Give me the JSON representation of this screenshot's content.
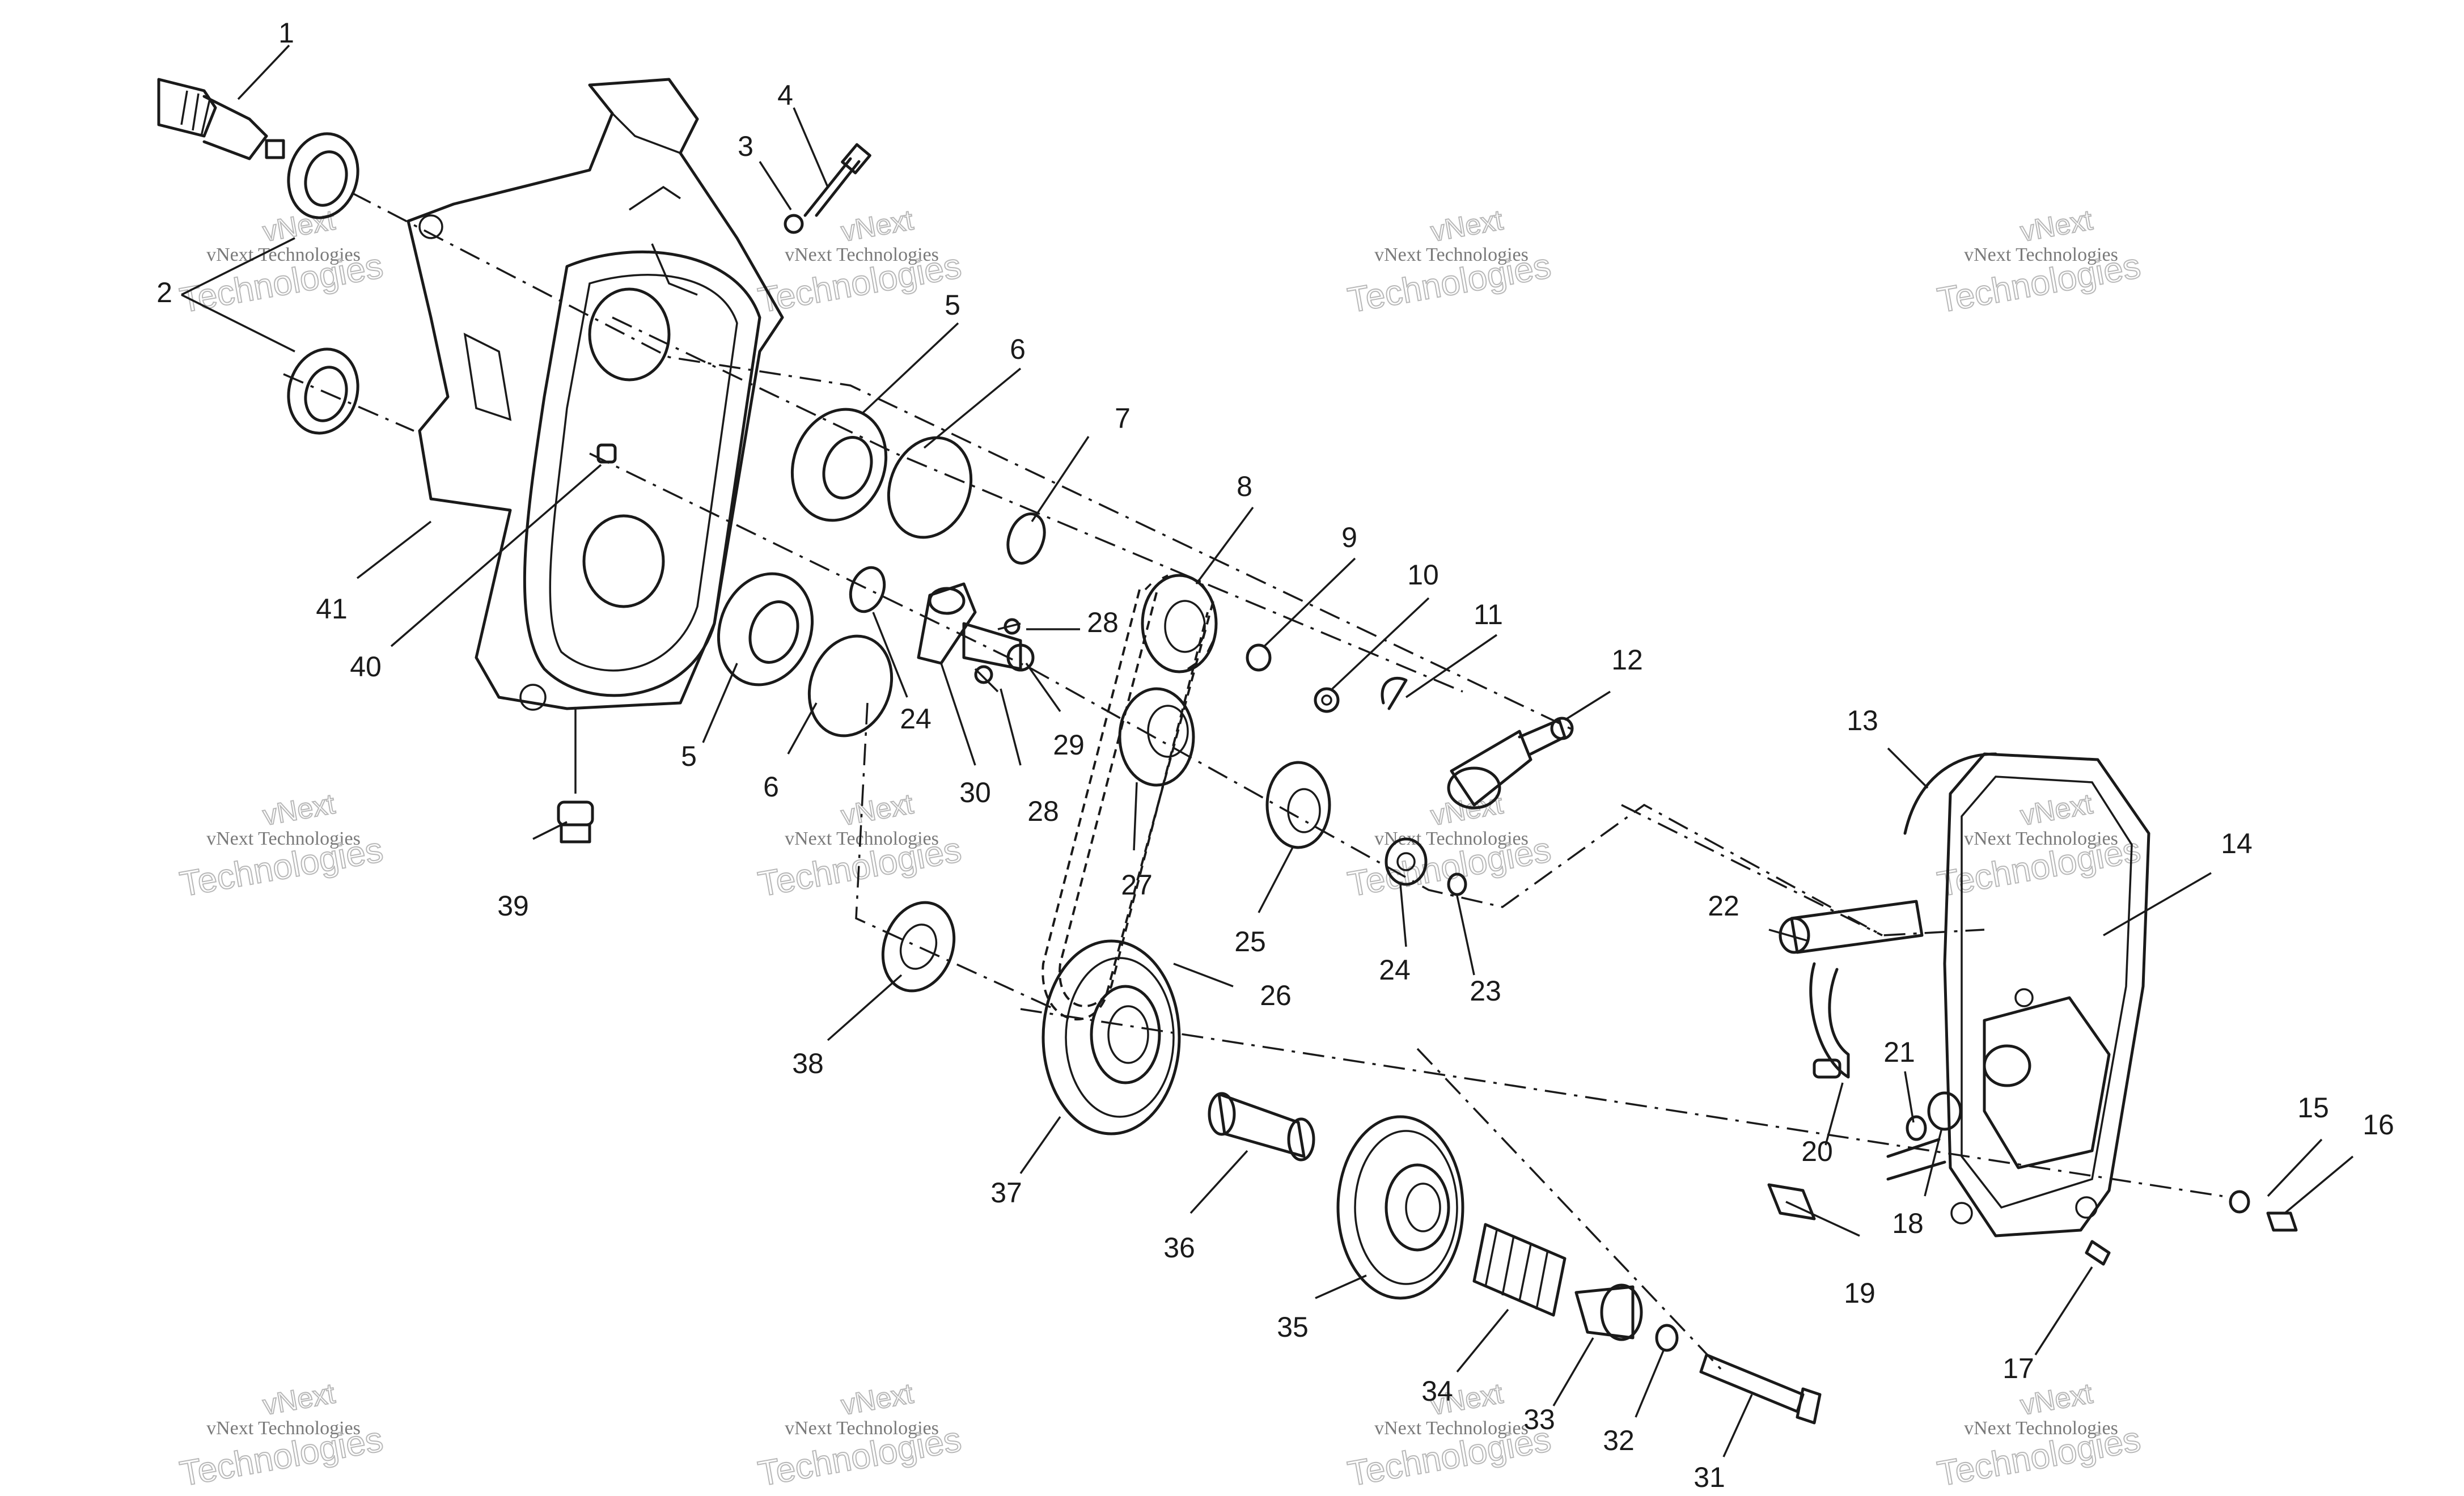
{
  "watermark": {
    "line_small": "vNext Technologies",
    "line_large": "Technologies",
    "line_brand": "vNext"
  },
  "labels": [
    "1",
    "2",
    "3",
    "4",
    "5",
    "6",
    "7",
    "8",
    "9",
    "10",
    "11",
    "12",
    "13",
    "14",
    "15",
    "16",
    "17",
    "18",
    "19",
    "20",
    "21",
    "22",
    "23",
    "24",
    "25",
    "26",
    "27",
    "28",
    "29",
    "30",
    "31",
    "32",
    "33",
    "34",
    "35",
    "36",
    "37",
    "38",
    "39",
    "40",
    "41",
    "5",
    "6",
    "24",
    "28"
  ]
}
